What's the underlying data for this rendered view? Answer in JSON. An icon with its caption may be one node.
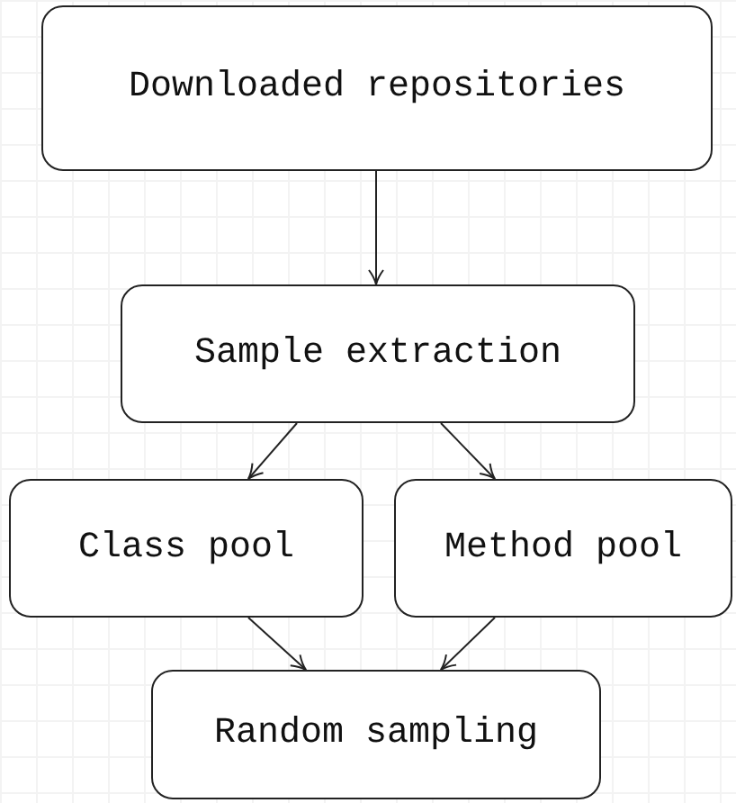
{
  "diagram": {
    "nodes": [
      {
        "text": [
          "Downloaded repositories"
        ]
      },
      {
        "text": [
          "Sample extraction"
        ]
      },
      {
        "text": [
          "Class pool"
        ]
      },
      {
        "text": [
          "Method pool"
        ]
      },
      {
        "text": [
          "Random sampling"
        ]
      }
    ],
    "edges": [
      {
        "from": 0,
        "to": 1,
        "arrow": "to"
      },
      {
        "from": 1,
        "to": 2,
        "arrow": "to"
      },
      {
        "from": 1,
        "to": 3,
        "arrow": "to"
      },
      {
        "from": 2,
        "to": 4,
        "arrow": "to"
      },
      {
        "from": 3,
        "to": 4,
        "arrow": "to"
      }
    ]
  }
}
